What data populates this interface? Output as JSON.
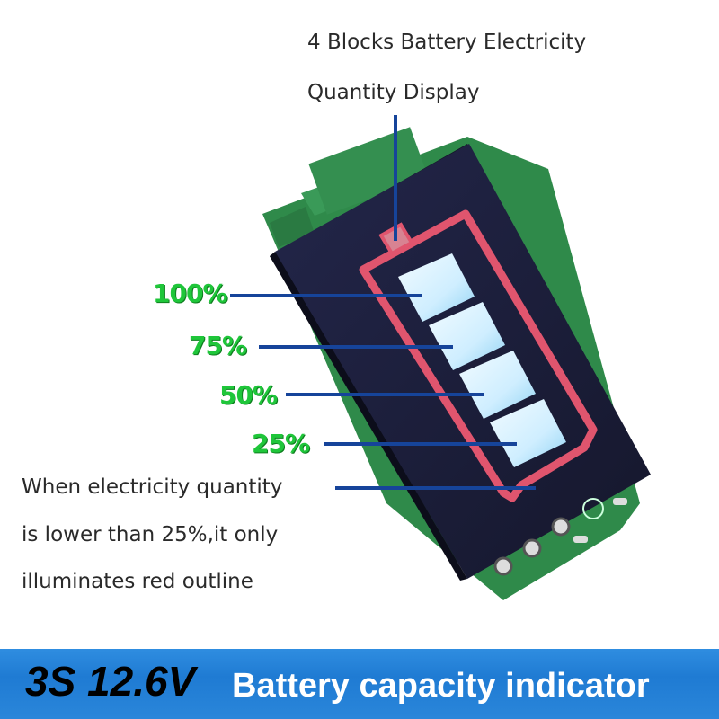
{
  "top_caption": {
    "line1": "4 Blocks Battery Electricity",
    "line2": "Quantity Display"
  },
  "levels": [
    {
      "label": "100%",
      "level_percent": 100
    },
    {
      "label": "75%",
      "level_percent": 75
    },
    {
      "label": "50%",
      "level_percent": 50
    },
    {
      "label": "25%",
      "level_percent": 25
    }
  ],
  "bottom_caption": {
    "line1": "When electricity quantity",
    "line2": "is lower than 25%,it only",
    "line3": "illuminates red outline"
  },
  "banner": {
    "model": "3S 12.6V",
    "title": "Battery capacity indicator"
  },
  "colors": {
    "pcb_green": "#2f8a4a",
    "display_body": "#1c1f3a",
    "red_outline": "#e0556e",
    "segment_blue": "#cfeeff",
    "pointer_line": "#16449a",
    "percent_text": "#1fc63a",
    "banner_blue": "#1f7bd3"
  }
}
